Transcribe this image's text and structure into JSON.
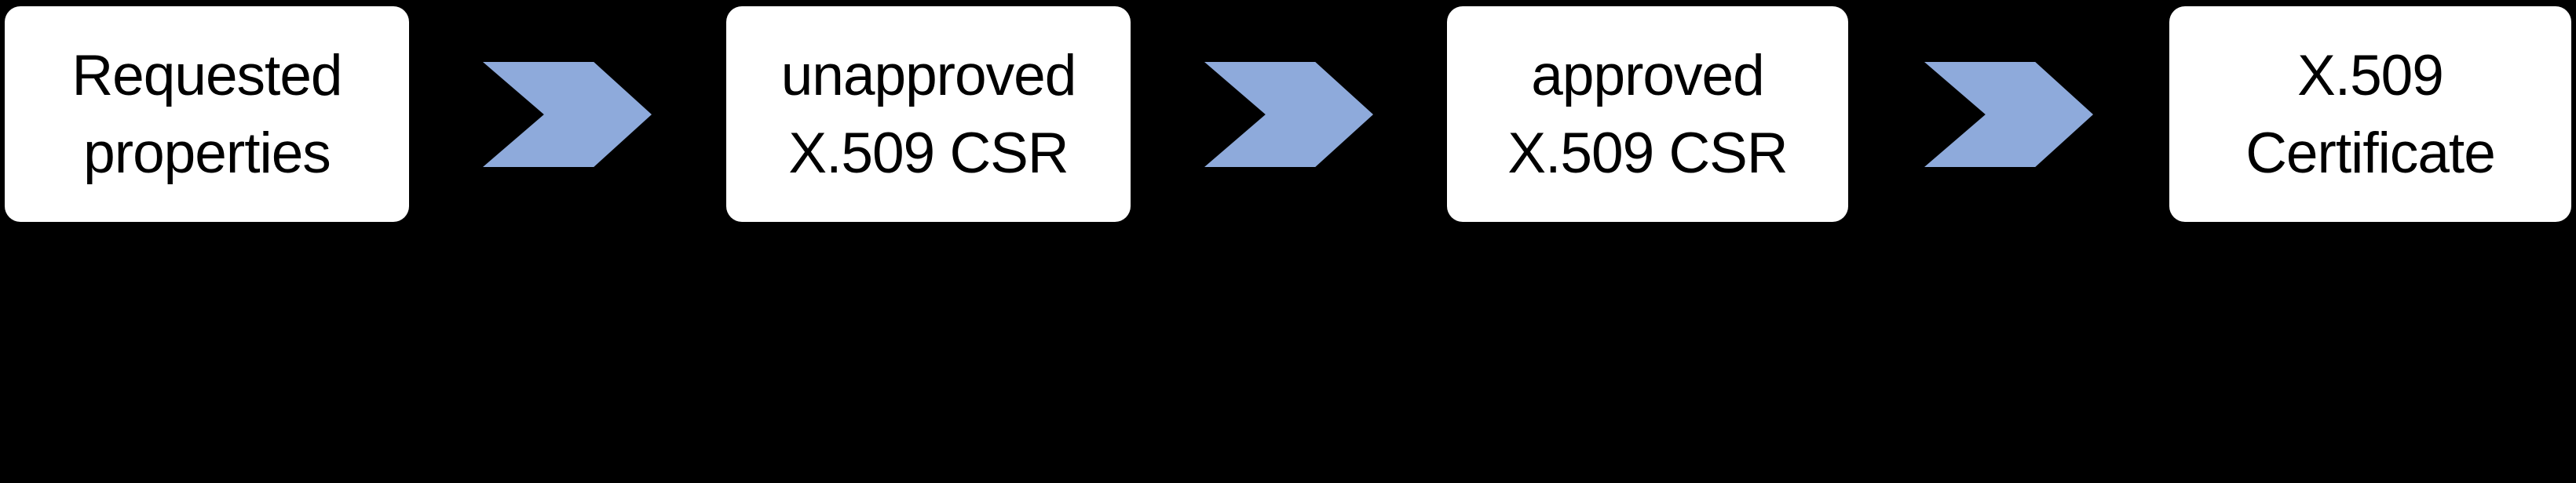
{
  "diagram": {
    "title_hint": "X.509 certificate signing request flow",
    "colors": {
      "background": "#000000",
      "box_fill": "#ffffff",
      "box_text": "#000000",
      "chevron_fill": "#8EAADB"
    },
    "steps": [
      {
        "label": "Requested\nproperties"
      },
      {
        "label": "unapproved\nX.509 CSR"
      },
      {
        "label": "approved\nX.509 CSR"
      },
      {
        "label": "X.509\nCertificate"
      }
    ]
  }
}
